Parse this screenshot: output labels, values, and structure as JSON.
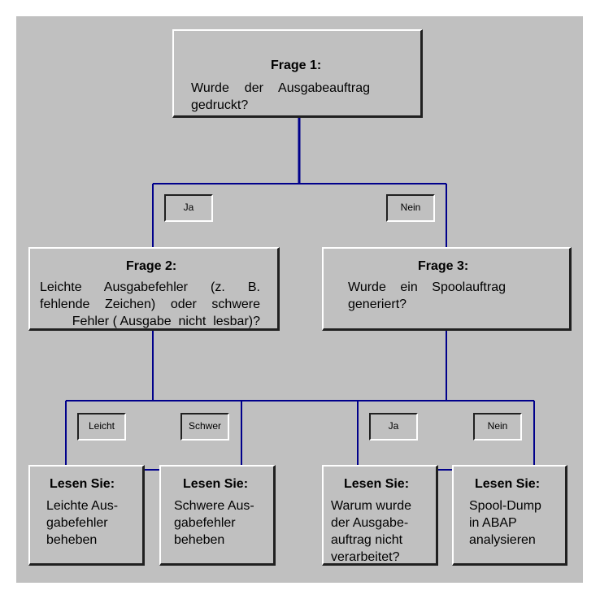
{
  "colors": {
    "background": "#c0c0c0",
    "connector": "#00008b",
    "shadow": "#202020",
    "highlight": "#ffffff"
  },
  "q1": {
    "title": "Frage 1:",
    "lines": [
      "Wurde der Ausgabeauftrag",
      "gedruckt?"
    ]
  },
  "q2": {
    "title": "Frage 2:",
    "lines": [
      "Leichte Ausgabefehler (z. B.",
      "fehlende Zeichen) oder schwere",
      "Fehler ( Ausgabe  nicht  lesbar)?"
    ]
  },
  "q3": {
    "title": "Frage 3:",
    "lines": [
      "Wurde ein Spoolauftrag",
      "generiert?"
    ]
  },
  "r1": {
    "title": "Lesen Sie:",
    "lines": [
      "Leichte Aus-",
      "gabefehler",
      "beheben"
    ]
  },
  "r2": {
    "title": "Lesen Sie:",
    "lines": [
      "Schwere Aus-",
      "gabefehler",
      "beheben"
    ]
  },
  "r3": {
    "title": "Lesen Sie:",
    "lines": [
      "Warum wurde",
      "der Ausgabe-",
      "auftrag nicht",
      "verarbeitet?"
    ]
  },
  "r4": {
    "title": "Lesen Sie:",
    "lines": [
      "Spool-Dump",
      "in ABAP",
      "analysieren"
    ]
  },
  "tags": {
    "ja1": "Ja",
    "nein1": "Nein",
    "leicht": "Leicht",
    "schwer": "Schwer",
    "ja2": "Ja",
    "nein2": "Nein"
  }
}
